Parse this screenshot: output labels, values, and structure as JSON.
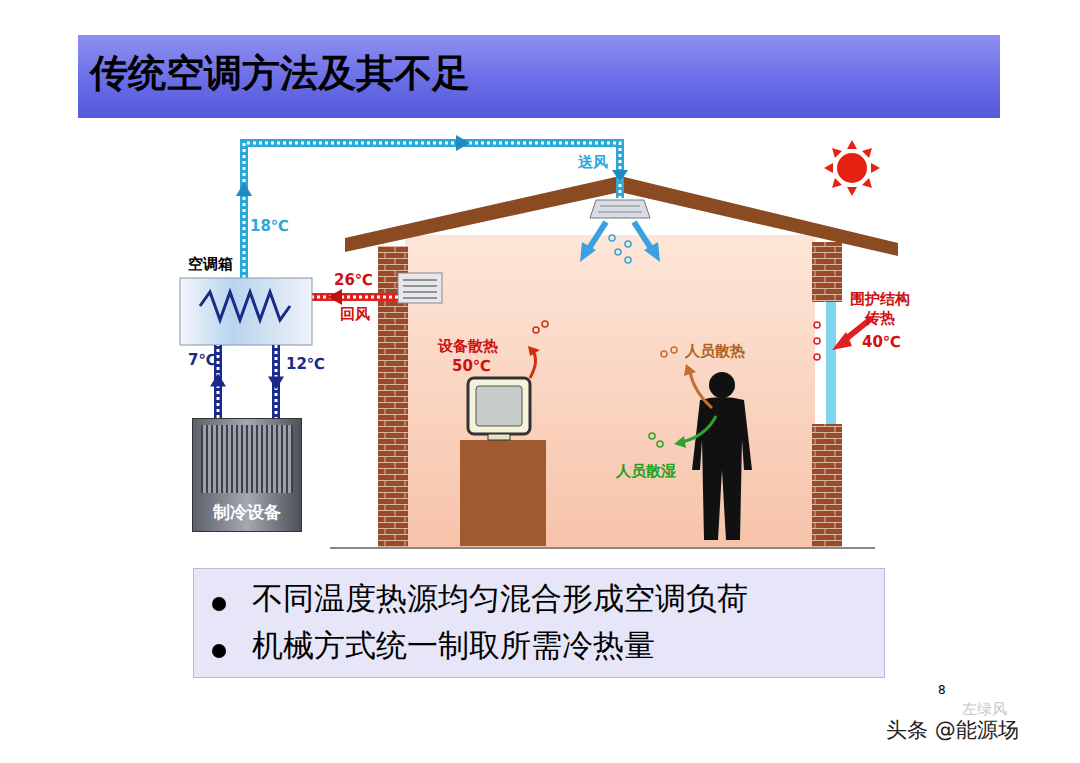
{
  "diagram": {
    "title": "传统空调方法及其不足",
    "nodes": [
      {
        "text": [
          "空调箱"
        ]
      },
      {
        "text": [
          "制冷设备"
        ]
      },
      {
        "text": [
          "不同温度热源均匀混合形成空调负荷",
          "机械方式统一制取所需冷热量"
        ]
      }
    ],
    "edges": [
      {
        "from": 1,
        "to": 0,
        "label": "7℃",
        "arrow": "to"
      },
      {
        "from": 0,
        "to": 1,
        "label": "12℃",
        "arrow": "to"
      }
    ],
    "labels": [
      "18℃",
      "送风",
      "26℃",
      "回风",
      "设备散热",
      "50℃",
      "人员散热",
      "人员散湿",
      "围护结构 传热",
      "40℃",
      "8",
      "左绿风",
      "头条 @能源场"
    ]
  }
}
